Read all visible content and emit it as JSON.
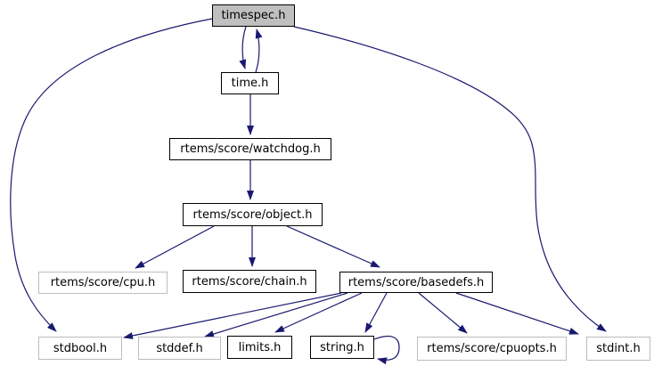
{
  "diagram": {
    "kind": "include-dependency-graph",
    "root_file": "timespec.h",
    "colors": {
      "background": "#ffffff",
      "edge": "#191970",
      "node_fill": "#ffffff",
      "node_border": "#000000",
      "node_border_muted": "#bdbdbd",
      "root_fill": "#bfbfbf"
    }
  },
  "nodes": [
    {
      "id": "timespec",
      "label": "timespec.h",
      "variant": "root"
    },
    {
      "id": "time",
      "label": "time.h",
      "variant": "linked"
    },
    {
      "id": "watchdog",
      "label": "rtems/score/watchdog.h",
      "variant": "linked"
    },
    {
      "id": "object",
      "label": "rtems/score/object.h",
      "variant": "linked"
    },
    {
      "id": "cpu",
      "label": "rtems/score/cpu.h",
      "variant": "plain"
    },
    {
      "id": "chain",
      "label": "rtems/score/chain.h",
      "variant": "linked"
    },
    {
      "id": "basedefs",
      "label": "rtems/score/basedefs.h",
      "variant": "linked"
    },
    {
      "id": "stdbool",
      "label": "stdbool.h",
      "variant": "plain"
    },
    {
      "id": "stddef",
      "label": "stddef.h",
      "variant": "plain"
    },
    {
      "id": "limits",
      "label": "limits.h",
      "variant": "linked"
    },
    {
      "id": "string",
      "label": "string.h",
      "variant": "linked"
    },
    {
      "id": "cpuopts",
      "label": "rtems/score/cpuopts.h",
      "variant": "plain"
    },
    {
      "id": "stdint",
      "label": "stdint.h",
      "variant": "plain"
    }
  ],
  "edges": [
    {
      "from": "timespec",
      "to": "time"
    },
    {
      "from": "time",
      "to": "timespec"
    },
    {
      "from": "timespec",
      "to": "stdbool"
    },
    {
      "from": "timespec",
      "to": "stdint"
    },
    {
      "from": "time",
      "to": "watchdog"
    },
    {
      "from": "watchdog",
      "to": "object"
    },
    {
      "from": "object",
      "to": "cpu"
    },
    {
      "from": "object",
      "to": "chain"
    },
    {
      "from": "object",
      "to": "basedefs"
    },
    {
      "from": "basedefs",
      "to": "stdbool"
    },
    {
      "from": "basedefs",
      "to": "stddef"
    },
    {
      "from": "basedefs",
      "to": "limits"
    },
    {
      "from": "basedefs",
      "to": "string"
    },
    {
      "from": "basedefs",
      "to": "cpuopts"
    },
    {
      "from": "basedefs",
      "to": "stdint"
    },
    {
      "from": "string",
      "to": "string"
    }
  ]
}
